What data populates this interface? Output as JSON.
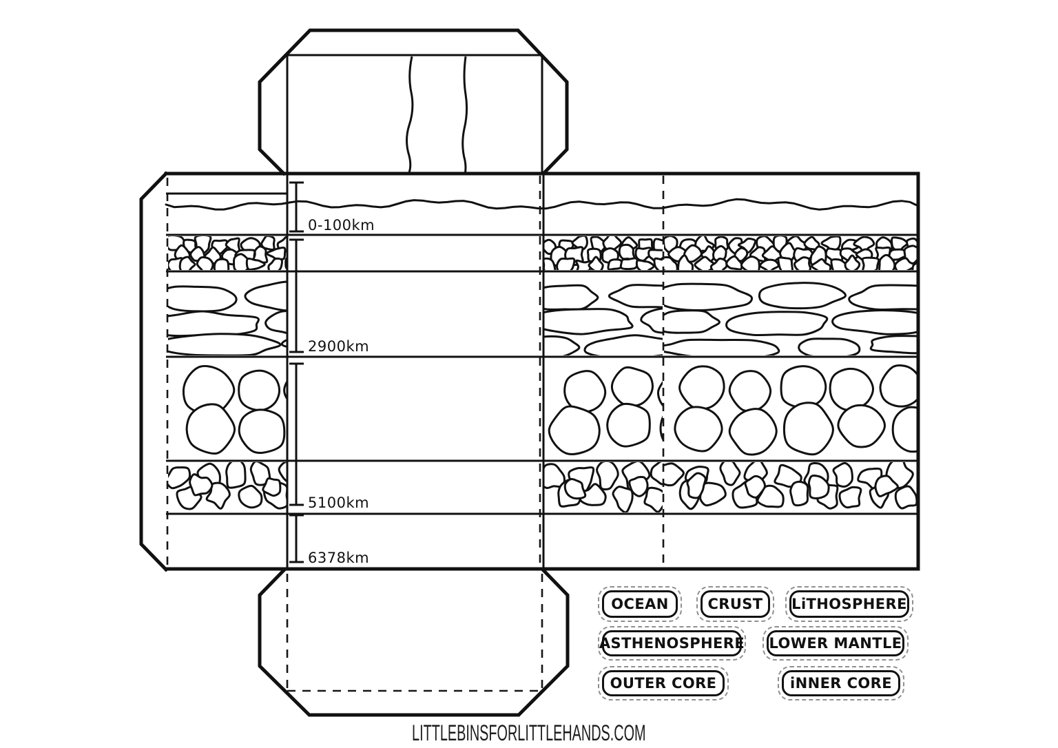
{
  "page": {
    "footer": "LITTLEBINSFORLITTLEHANDS.COM"
  },
  "scale": {
    "markers": [
      {
        "label": "0-100km"
      },
      {
        "label": "2900km"
      },
      {
        "label": "5100km"
      },
      {
        "label": "6378km"
      }
    ]
  },
  "labels": [
    {
      "text": "OCEAN"
    },
    {
      "text": "CRUST"
    },
    {
      "text": "LiTHOSPHERE"
    },
    {
      "text": "ASTHENOSPHERE"
    },
    {
      "text": "LOWER MANTLE"
    },
    {
      "text": "OUTER CORE"
    },
    {
      "text": "iNNER CORE"
    }
  ],
  "diagram": {
    "type": "earth-layers-cube-net",
    "bands": [
      {
        "texture": "ocean-wave",
        "depth_label": "0-100km"
      },
      {
        "texture": "small-pebbles"
      },
      {
        "texture": "flat-stones",
        "depth_label": "2900km"
      },
      {
        "texture": "large-circles"
      },
      {
        "texture": "round-pebbles",
        "depth_label": "5100km"
      },
      {
        "texture": "blank",
        "depth_label": "6378km"
      }
    ]
  },
  "colors": {
    "ink": "#111111",
    "paper": "#ffffff",
    "dash_border": "#8f8f8f"
  }
}
